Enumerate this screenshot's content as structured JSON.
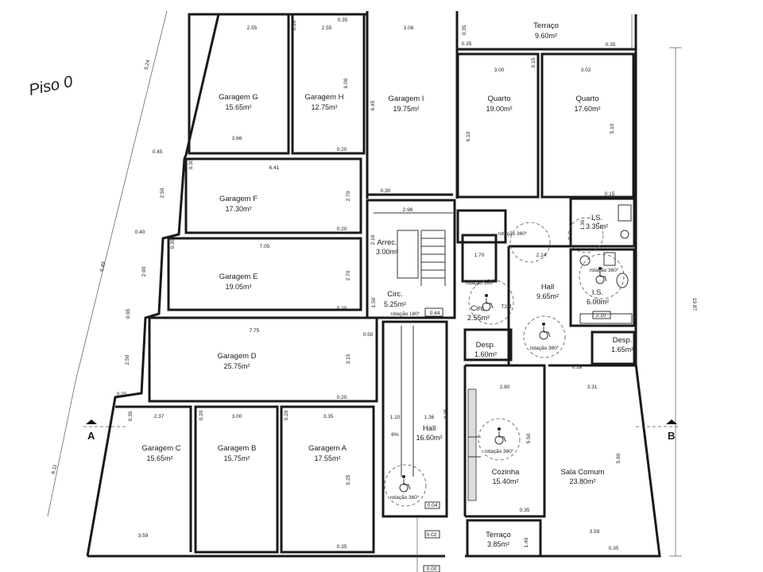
{
  "handwritten": {
    "note": "Piso 0"
  },
  "sections": {
    "left": "A",
    "right": "B"
  },
  "rooms": {
    "garagem_g": {
      "name": "Garagem G",
      "area": "15.65m²"
    },
    "garagem_h": {
      "name": "Garagem H",
      "area": "12.75m²"
    },
    "garagem_i": {
      "name": "Garagem I",
      "area": "19.75m²"
    },
    "garagem_f": {
      "name": "Garagem F",
      "area": "17.30m²"
    },
    "garagem_e": {
      "name": "Garagem E",
      "area": "19.05m²"
    },
    "garagem_d": {
      "name": "Garagem D",
      "area": "25.75m²"
    },
    "garagem_c": {
      "name": "Garagem C",
      "area": "15.65m²"
    },
    "garagem_b": {
      "name": "Garagem B",
      "area": "15.75m²"
    },
    "garagem_a": {
      "name": "Garagem A",
      "area": "17.55m²"
    },
    "terraco_top": {
      "name": "Terraço",
      "area": "9.60m²"
    },
    "quarto_1": {
      "name": "Quarto",
      "area": "19.00m²"
    },
    "quarto_2": {
      "name": "Quarto",
      "area": "17.60m²"
    },
    "is_1": {
      "name": "I.S.",
      "area": "3.35m²"
    },
    "is_2": {
      "name": "I.S.",
      "area": "6.00m²"
    },
    "arrec": {
      "name": "Arrec.",
      "area": "3.00m²"
    },
    "circ_1": {
      "name": "Circ.",
      "area": "5.25m²"
    },
    "circ_2": {
      "name": "Circ.",
      "area": "2.55m²"
    },
    "hall_1": {
      "name": "Hall",
      "area": "9.65m²"
    },
    "hall_2": {
      "name": "Hall",
      "area": "16.60m²"
    },
    "desp_1": {
      "name": "Desp.",
      "area": "1.60m²"
    },
    "desp_2": {
      "name": "Desp.",
      "area": "1.65m²"
    },
    "cozinha": {
      "name": "Cozinha",
      "area": "15.40m²"
    },
    "sala": {
      "name": "Sala Comum",
      "area": "23.80m²"
    },
    "terraco_bottom": {
      "name": "Terraço",
      "area": "3.85m²"
    }
  },
  "dims": {
    "d_255a": "2.55",
    "d_020a": "0.20",
    "d_255b": "2.55",
    "d_035a": "0.35",
    "d_306": "3.06",
    "d_035b": "0.35",
    "d_035c": "0.35",
    "d_300a": "3.00",
    "d_015": "0.15",
    "d_302": "3.02",
    "d_524": "5.24",
    "d_600": "6.00",
    "d_645": "6.45",
    "d_610": "6.10",
    "d_510": "5.10",
    "d_366": "3.66",
    "d_020b": "0.20",
    "d_045": "0.45",
    "d_030a": "0.30",
    "d_641": "6.41",
    "d_250": "2.50",
    "d_270a": "2.70",
    "d_030b": "0.30",
    "d_296": "2.96",
    "d_015b": "0.15",
    "d_020c": "0.20",
    "d_040": "0.40",
    "d_035d": "0.35",
    "d_705": "7.05",
    "d_216": "2.16",
    "d_170": "1.70",
    "d_214": "2.14",
    "d_290": "2.90",
    "d_270b": "2.70",
    "d_649": "6.49",
    "d_130": "1.30",
    "d_150": "1.50",
    "d_020d": "0.20",
    "d_044": "0.44",
    "d_065": "0.65",
    "d_035e": "0.35",
    "d_775": "7.75",
    "d_050": "0.50",
    "d_250b": "2.50",
    "d_315": "3.15",
    "d_210": "2.10",
    "d_018": "0.18",
    "d_020e": "0.20",
    "d_280": "2.80",
    "d_331": "3.31",
    "d_025": "0.25",
    "d_035f": "0.35",
    "d_237": "2.37",
    "d_020f": "0.20",
    "d_300b": "3.00",
    "d_020g": "0.20",
    "d_335": "3.35",
    "d_110": "1.10",
    "d_136": "1.36",
    "d_035g": "0.35",
    "d_550": "5.50",
    "d_590": "5.90",
    "d_1987": "19.87",
    "d_611": "6.11",
    "d_525": "5.25",
    "d_359a": "3.59",
    "d_035h": "0.35",
    "d_004": "0.04",
    "d_035i": "0.35",
    "d_002": "0.02",
    "d_140": "1.40",
    "d_359b": "3.59",
    "d_035j": "0.35",
    "d_000": "0.00",
    "d_6pct": "6%",
    "rot_1": "rotação 360°",
    "rot_2": "rotação 360°",
    "rot_3": "rotação 360°",
    "rot_4": "rotação 360°",
    "rot_5": "rotação 360°",
    "rot_6": "rotação 360°",
    "rot_7": "rotação 180°",
    "t2j": "T2-J"
  }
}
